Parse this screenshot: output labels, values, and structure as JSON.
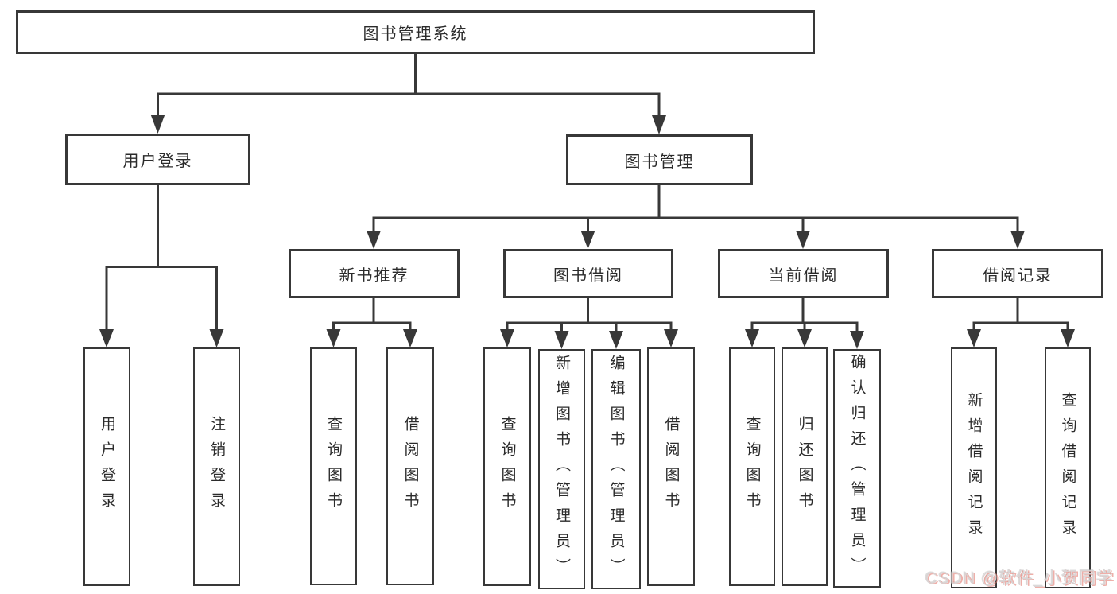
{
  "diagram": {
    "root": {
      "label": "图书管理系统"
    },
    "level2": {
      "user_login": {
        "label": "用户登录"
      },
      "book_management": {
        "label": "图书管理"
      }
    },
    "level3": {
      "new_book": {
        "label": "新书推荐"
      },
      "borrow": {
        "label": "图书借阅"
      },
      "current": {
        "label": "当前借阅"
      },
      "record": {
        "label": "借阅记录"
      }
    },
    "leaves": {
      "user_login": {
        "label": "用户登录"
      },
      "user_logout": {
        "label": "注销登录"
      },
      "new_book_query": {
        "label": "查询图书"
      },
      "new_book_borrow": {
        "label": "借阅图书"
      },
      "borrow_query": {
        "label": "查询图书"
      },
      "borrow_add": {
        "label": "新增图书（管理员）"
      },
      "borrow_edit": {
        "label": "编辑图书（管理员）"
      },
      "borrow_borrow": {
        "label": "借阅图书"
      },
      "current_query": {
        "label": "查询图书"
      },
      "current_return": {
        "label": "归还图书"
      },
      "current_confirm": {
        "label": "确认归还（管理员）"
      },
      "record_add": {
        "label": "新增借阅记录"
      },
      "record_query": {
        "label": "查询借阅记录"
      }
    }
  },
  "watermark": {
    "text": "CSDN @软件_小贺同学"
  },
  "colors": {
    "line": "#383838",
    "box_border": "#383838",
    "box_fill": "#ffffff",
    "text": "#2b2b2b",
    "watermark_red": "#e27970"
  }
}
